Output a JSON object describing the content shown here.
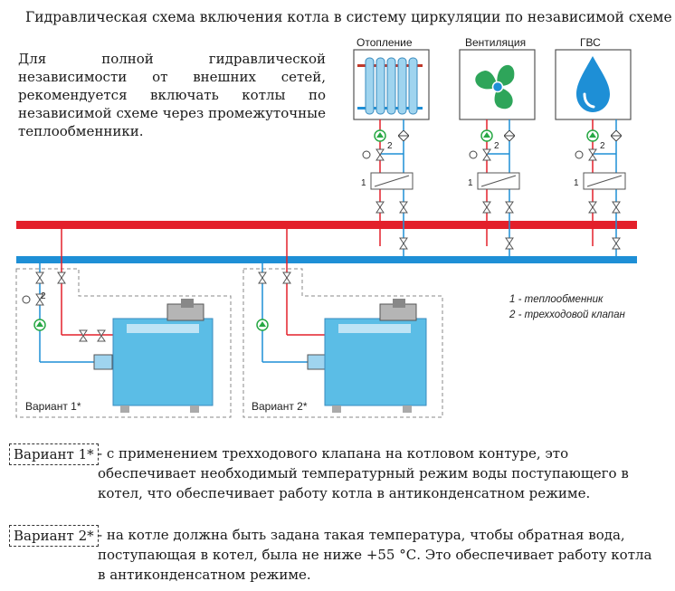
{
  "title": "Гидравлическая схема включения котла в систему циркуляции по независимой схеме",
  "intro": "Для полной гидравлической независимости от внешних сетей, рекомендуется включать котлы по независимой схеме через промежуточные теплообменники.",
  "consumers": [
    {
      "label": "Отопление",
      "icon": "radiator-icon"
    },
    {
      "label": "Вентиляция",
      "icon": "fan-icon"
    },
    {
      "label": "ГВС",
      "icon": "water-drop-icon"
    }
  ],
  "marks": {
    "heat_exchanger": "1",
    "three_way_valve": "2"
  },
  "variants": [
    {
      "label": "Вариант 1*"
    },
    {
      "label": "Вариант 2*"
    }
  ],
  "legend": {
    "item1": "1 - теплообменник",
    "item2": "2 - трехходовой клапан"
  },
  "notes": [
    {
      "box": "Вариант 1*",
      "text": "- с применением трехходового клапана на котловом контуре, это обеспечивает необходимый температурный режим воды поступающего в котел, что обеспечивает работу котла в антиконденсатном режиме."
    },
    {
      "box": "Вариант 2*",
      "text": "- на котле должна быть задана такая температура, чтобы обратная вода, поступающая в котел, была не ниже +55 °С. Это обеспечивает работу котла в антиконденсатном режиме."
    }
  ],
  "colors": {
    "supply": "#e3202b",
    "return": "#1e8fd6",
    "boiler": "#5bbde6",
    "pump": "#27a844"
  }
}
